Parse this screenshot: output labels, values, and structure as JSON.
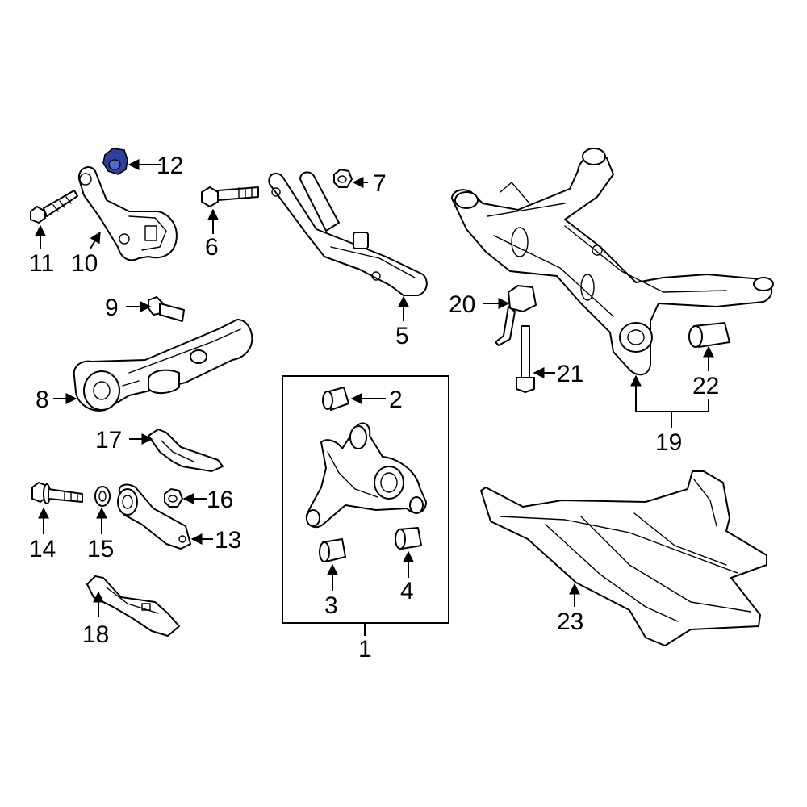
{
  "callouts": {
    "c1": "1",
    "c2": "2",
    "c3": "3",
    "c4": "4",
    "c5": "5",
    "c6": "6",
    "c7": "7",
    "c8": "8",
    "c9": "9",
    "c10": "10",
    "c11": "11",
    "c12": "12",
    "c13": "13",
    "c14": "14",
    "c15": "15",
    "c16": "16",
    "c17": "17",
    "c18": "18",
    "c19": "19",
    "c20": "20",
    "c21": "21",
    "c22": "22",
    "c23": "23"
  },
  "highlight": {
    "part": "12",
    "color": "#2f3fa0"
  }
}
